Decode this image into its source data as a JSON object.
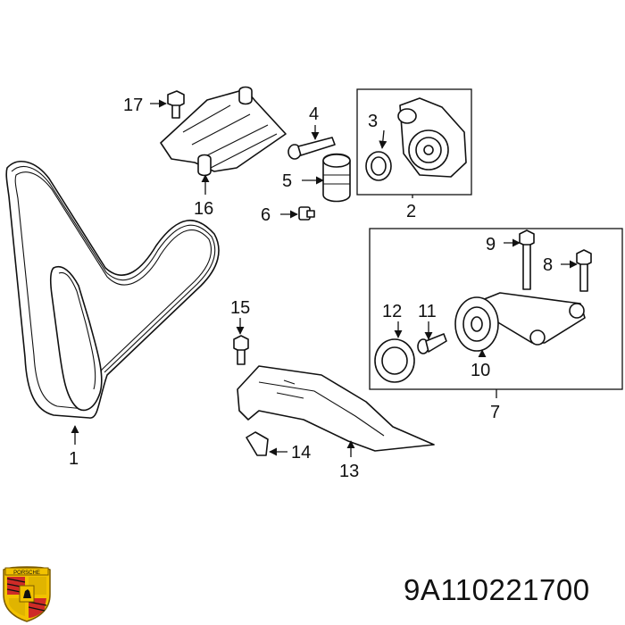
{
  "diagram": {
    "callouts": {
      "c1": "1",
      "c2": "2",
      "c3": "3",
      "c4": "4",
      "c5": "5",
      "c6": "6",
      "c7": "7",
      "c8": "8",
      "c9": "9",
      "c10": "10",
      "c11": "11",
      "c12": "12",
      "c13": "13",
      "c14": "14",
      "c15": "15",
      "c16": "16",
      "c17": "17"
    }
  },
  "part_number": "9A110221700",
  "logo": {
    "icon": "porsche-crest-icon",
    "text": "PORSCHE",
    "colors": [
      "#c8102e",
      "#f2c200",
      "#111111"
    ]
  }
}
